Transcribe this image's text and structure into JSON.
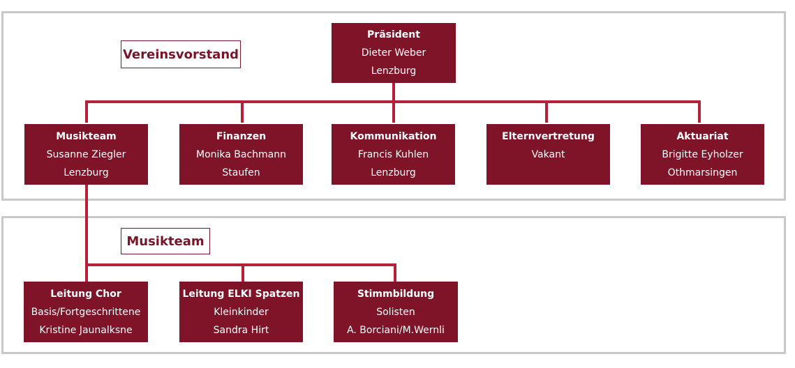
{
  "sections": {
    "vorstand": {
      "label": "Vereinsvorstand"
    },
    "musikteam": {
      "label": "Musikteam"
    }
  },
  "nodes": {
    "praesident": {
      "title": "Präsident",
      "line1": "Dieter Weber",
      "line2": "Lenzburg"
    },
    "musikteam": {
      "title": "Musikteam",
      "line1": "Susanne Ziegler",
      "line2": "Lenzburg"
    },
    "finanzen": {
      "title": "Finanzen",
      "line1": "Monika Bachmann",
      "line2": "Staufen"
    },
    "kommunikation": {
      "title": "Kommunikation",
      "line1": "Francis Kuhlen",
      "line2": "Lenzburg"
    },
    "elternvertretung": {
      "title": "Elternvertretung",
      "line1": "Vakant"
    },
    "aktuariat": {
      "title": "Aktuariat",
      "line1": "Brigitte Eyholzer",
      "line2": "Othmarsingen"
    },
    "leitung_chor": {
      "title": "Leitung Chor",
      "line1": "Basis/Fortgeschrittene",
      "line2": "Kristine Jaunalksne"
    },
    "leitung_elki": {
      "title": "Leitung ELKI Spatzen",
      "line1": "Kleinkinder",
      "line2": "Sandra Hirt"
    },
    "stimmbildung": {
      "title": "Stimmbildung",
      "line1": "Solisten",
      "line2": "A. Borciani/M.Wernli"
    }
  },
  "colors": {
    "box": "#7f1327",
    "line": "#b5203a",
    "section_border": "#c8c8c8",
    "label_text": "#7a1428"
  }
}
